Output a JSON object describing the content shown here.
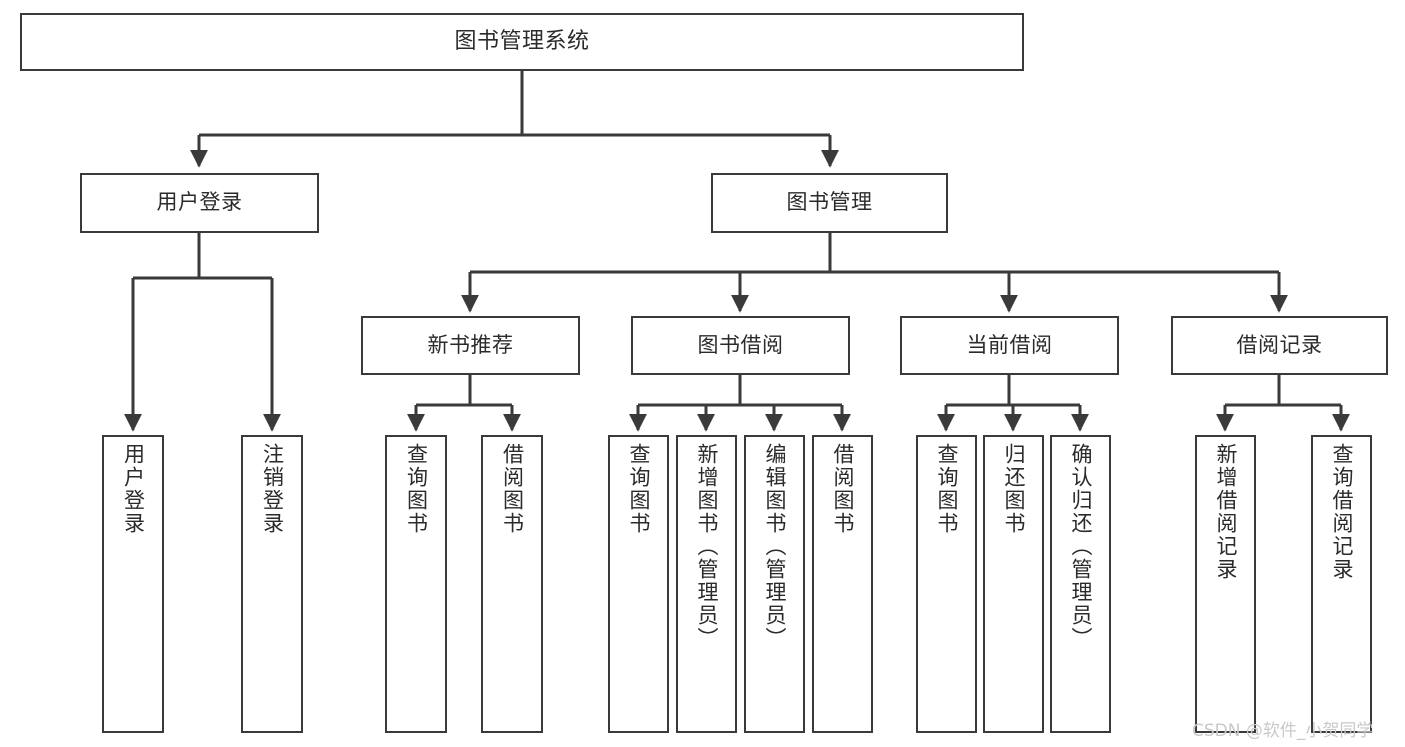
{
  "diagram": {
    "title": "图书管理系统",
    "type": "tree-diagram",
    "colors": {
      "box_border": "#3a3a3a",
      "box_fill": "#ffffff",
      "connector": "#3a3a3a",
      "text": "#2b2b2b",
      "watermark": "#c9c9c9",
      "background": "#ffffff"
    },
    "root": {
      "label": "图书管理系统"
    },
    "level2": [
      {
        "label": "用户登录"
      },
      {
        "label": "图书管理"
      }
    ],
    "level3": [
      {
        "label": "新书推荐"
      },
      {
        "label": "图书借阅"
      },
      {
        "label": "当前借阅"
      },
      {
        "label": "借阅记录"
      }
    ],
    "leaves": {
      "user_login": [
        {
          "label": "用户登录"
        },
        {
          "label": "注销登录"
        }
      ],
      "new_book_recommend": [
        {
          "label": "查询图书"
        },
        {
          "label": "借阅图书"
        }
      ],
      "book_borrow": [
        {
          "label": "查询图书"
        },
        {
          "label": "新增图书（管理员）"
        },
        {
          "label": "编辑图书（管理员）"
        },
        {
          "label": "借阅图书"
        }
      ],
      "current_borrow": [
        {
          "label": "查询图书"
        },
        {
          "label": "归还图书"
        },
        {
          "label": "确认归还（管理员）"
        }
      ],
      "borrow_record": [
        {
          "label": "新增借阅记录"
        },
        {
          "label": "查询借阅记录"
        }
      ]
    },
    "watermark": "CSDN @软件_小贺同学"
  }
}
